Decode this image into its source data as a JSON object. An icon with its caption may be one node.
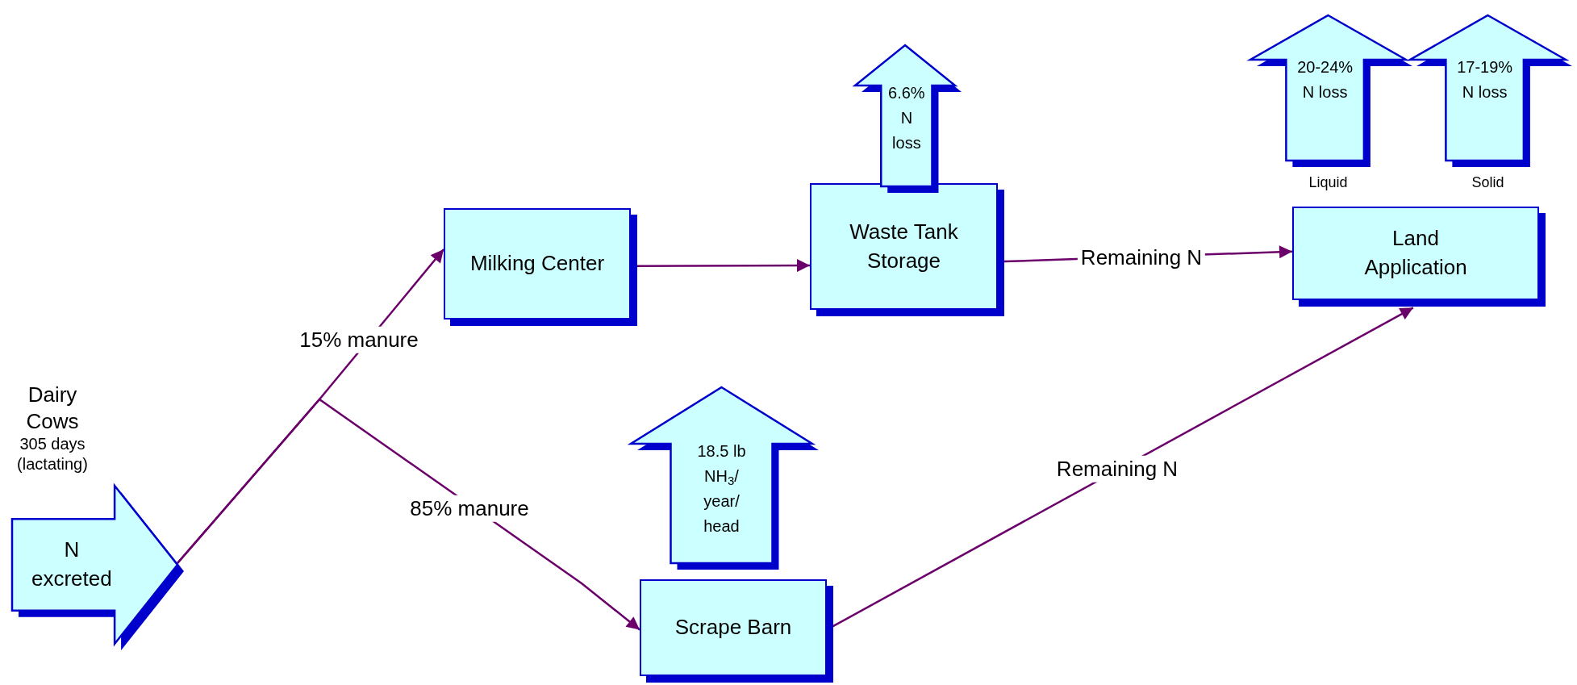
{
  "diagram": {
    "nodes": [
      {
        "text": [
          "N excreted"
        ],
        "beside": [
          "Dairy Cows",
          "305 days (lactating)"
        ]
      },
      {
        "text": [
          "Milking Center"
        ]
      },
      {
        "text": [
          "Waste Tank Storage"
        ]
      },
      {
        "text": [
          "Land Application"
        ]
      },
      {
        "text": [
          "Scrape Barn"
        ]
      },
      {
        "text": [
          "6.6% N loss"
        ]
      },
      {
        "text": [
          "20-24% N loss"
        ],
        "beside": [
          "Liquid"
        ]
      },
      {
        "text": [
          "17-19% N loss"
        ],
        "beside": [
          "Solid"
        ]
      },
      {
        "text": [
          "18.5 lb NH$_{3}$/ year/ head"
        ]
      }
    ],
    "edges": [
      {
        "from": 0,
        "to": 1,
        "arrow": "to",
        "label": "15% manure"
      },
      {
        "from": 0,
        "to": 4,
        "arrow": "to",
        "label": "85% manure"
      },
      {
        "from": 1,
        "to": 2,
        "arrow": "to"
      },
      {
        "from": 2,
        "to": 3,
        "arrow": "to",
        "label": "Remaining N"
      },
      {
        "from": 4,
        "to": 3,
        "arrow": "to",
        "label": "Remaining N"
      }
    ]
  }
}
